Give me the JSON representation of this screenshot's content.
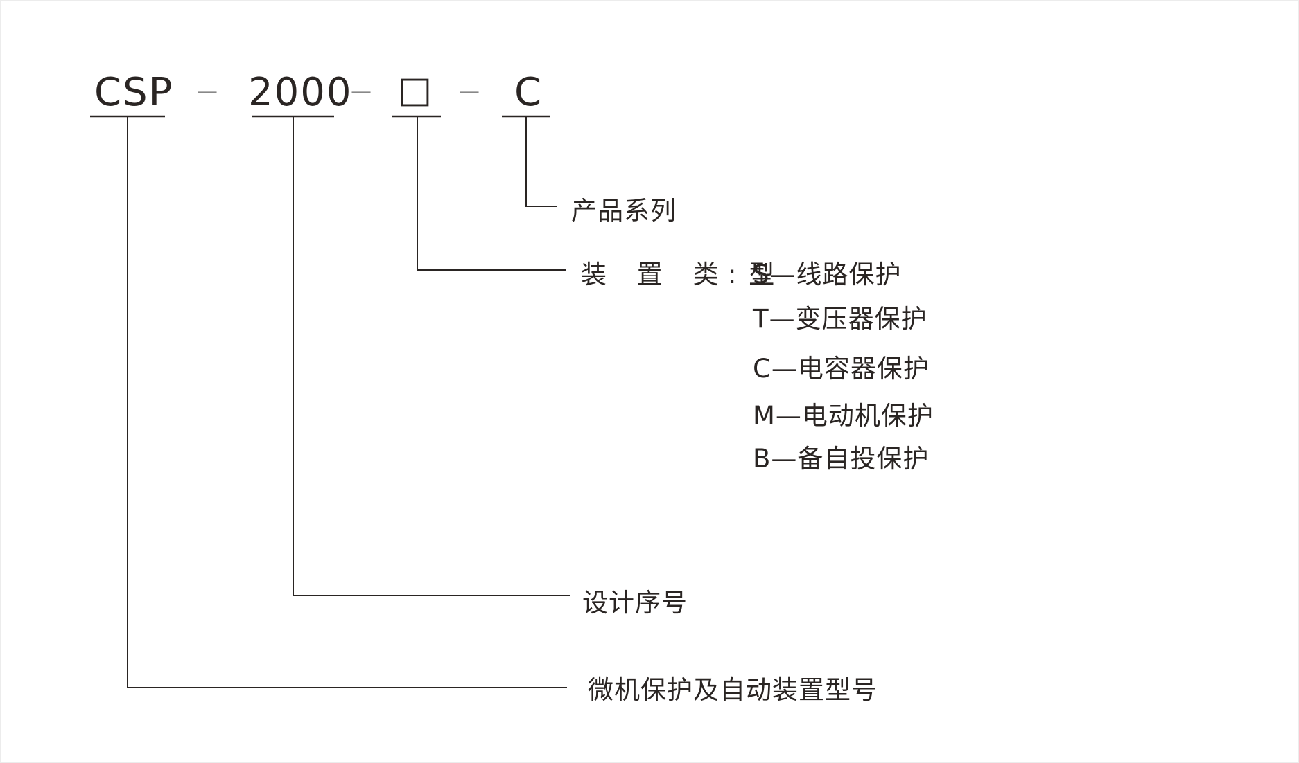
{
  "code": {
    "prefix": "CSP",
    "design_number": "2000",
    "type_slot": "□",
    "series": "C",
    "separator": "—"
  },
  "labels": {
    "series": "产品系列",
    "device_type": "装 置 类 型",
    "colon": ":",
    "design_number": "设计序号",
    "model": "微机保护及自动装置型号"
  },
  "device_types": [
    "S—线路保护",
    "T—变压器保护",
    "C—电容器保护",
    "M—电动机保护",
    "B—备自投保护"
  ],
  "colors": {
    "ink": "#2a2523",
    "separator": "#888888",
    "background": "#ffffff"
  }
}
